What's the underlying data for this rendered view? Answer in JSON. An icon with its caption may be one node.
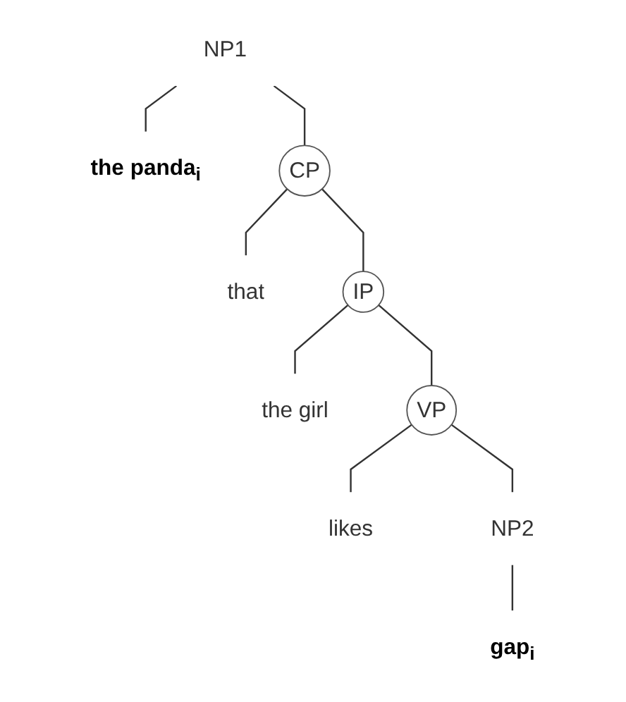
{
  "diagram": {
    "nodes": [
      {
        "text": [
          "NP1"
        ]
      },
      {
        "text": [
          "the panda$_{i}$"
        ]
      },
      {
        "text": [
          "CP"
        ]
      },
      {
        "text": [
          "that"
        ]
      },
      {
        "text": [
          "IP"
        ]
      },
      {
        "text": [
          "the girl"
        ]
      },
      {
        "text": [
          "VP"
        ]
      },
      {
        "text": [
          "likes"
        ]
      },
      {
        "text": [
          "NP2"
        ]
      },
      {
        "text": [
          "gap$_{i}$"
        ]
      }
    ],
    "edges": [
      {
        "from": 0,
        "to": 1,
        "arrow": "none"
      },
      {
        "from": 0,
        "to": 2,
        "arrow": "none"
      },
      {
        "from": 2,
        "to": 3,
        "arrow": "none"
      },
      {
        "from": 2,
        "to": 4,
        "arrow": "none"
      },
      {
        "from": 4,
        "to": 5,
        "arrow": "none"
      },
      {
        "from": 4,
        "to": 6,
        "arrow": "none"
      },
      {
        "from": 6,
        "to": 7,
        "arrow": "none"
      },
      {
        "from": 6,
        "to": 8,
        "arrow": "none"
      },
      {
        "from": 8,
        "to": 9,
        "arrow": "none"
      }
    ]
  }
}
